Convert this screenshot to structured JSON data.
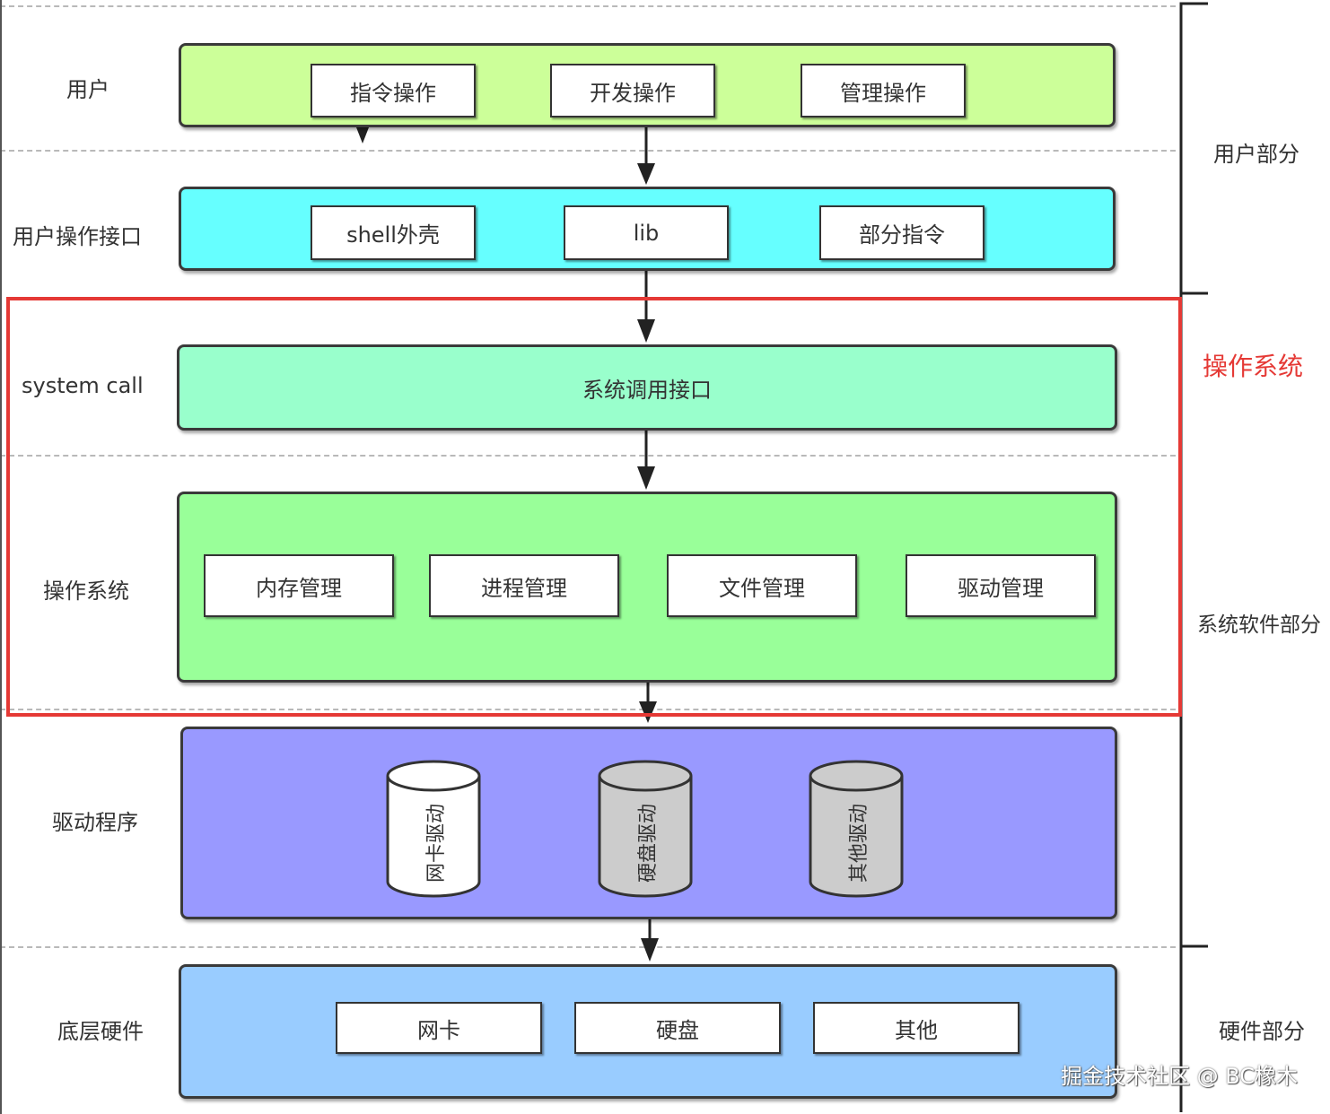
{
  "layers": {
    "user": {
      "label": "用户",
      "boxes": [
        "指令操作",
        "开发操作",
        "管理操作"
      ]
    },
    "user_interface": {
      "label": "用户操作接口",
      "boxes": [
        "shell外壳",
        "lib",
        "部分指令"
      ]
    },
    "system_call": {
      "label": "system call",
      "center": "系统调用接口"
    },
    "os": {
      "label": "操作系统",
      "boxes": [
        "内存管理",
        "进程管理",
        "文件管理",
        "驱动管理"
      ]
    },
    "drivers": {
      "label": "驱动程序",
      "cylinders": [
        "网卡驱动",
        "硬盘驱动",
        "其他驱动"
      ]
    },
    "hardware": {
      "label": "底层硬件",
      "boxes": [
        "网卡",
        "硬盘",
        "其他"
      ]
    }
  },
  "side": {
    "user_part": "用户部分",
    "os_highlight": "操作系统",
    "system_software_part": "系统软件部分",
    "hardware_part": "硬件部分"
  },
  "watermark": "掘金技术社区 @ BC橡木",
  "colors": {
    "user_layer": "#ccff99",
    "user_interface_layer": "#66ffff",
    "system_call_layer": "#99ffcc",
    "os_layer": "#99ff99",
    "drivers_layer": "#9999ff",
    "hardware_layer": "#99ccff",
    "cylinder_white": "#ffffff",
    "cylinder_gray": "#cccccc",
    "highlight": "#e53935"
  },
  "icons": [
    "arrow-down-icon",
    "cylinder-icon"
  ]
}
